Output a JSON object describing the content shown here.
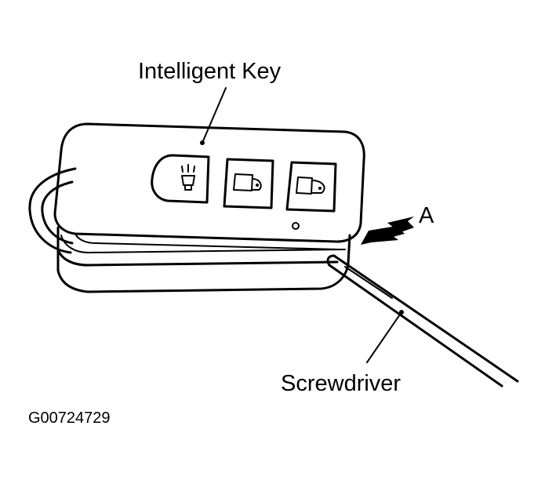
{
  "labels": {
    "intelligent_key": "Intelligent Key",
    "arrow_a": "A",
    "screwdriver": "Screwdriver",
    "figure_code": "G00724729"
  },
  "icons": [
    "light-icon",
    "lock-icon",
    "unlock-icon"
  ],
  "colors": {
    "ink": "#000000",
    "paper": "#ffffff"
  }
}
